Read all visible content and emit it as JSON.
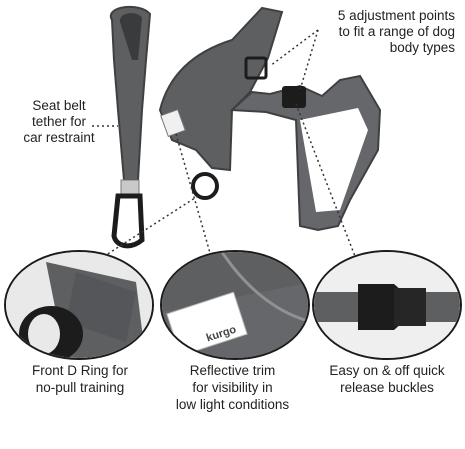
{
  "callouts": {
    "adjustment": [
      "5 adjustment points",
      "to fit a range of dog",
      "body types"
    ],
    "seatbelt": [
      "Seat belt",
      "tether for",
      "car restraint"
    ]
  },
  "captions": {
    "d_ring": [
      "Front D Ring for",
      "no-pull training"
    ],
    "reflective": [
      "Reflective trim",
      "for visibility in",
      "low light conditions"
    ],
    "buckles": [
      "Easy on & off quick",
      "release buckles"
    ]
  },
  "badge_text": "kurgo",
  "colors": {
    "harness": "#5e5f61",
    "harness_dark": "#3f4042",
    "buckle": "#1c1c1c",
    "outline": "#1b1b1b"
  }
}
